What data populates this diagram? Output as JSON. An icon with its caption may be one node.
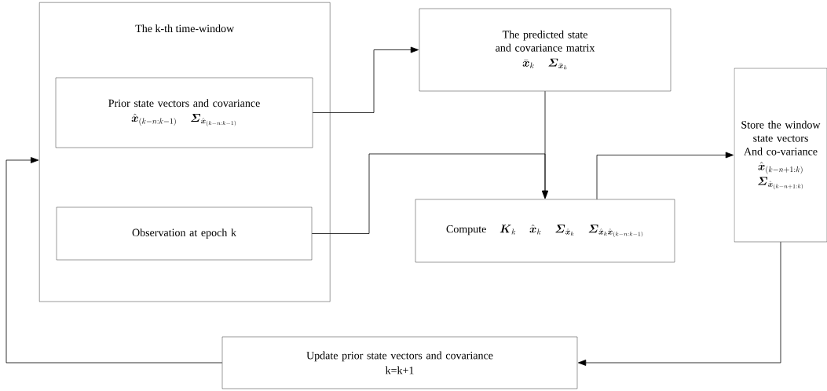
{
  "diagram": {
    "nodes": [
      {
        "text": [
          "The k-th time-window"
        ]
      },
      {
        "text": [
          "Prior state vectors and covariance",
          "\\hat{\\boldsymbol{x}}_{(k-n:k-1)}",
          "\\boldsymbol{\\varSigma}_{\\hat{\\boldsymbol{x}}_{(k-n:k-1)}}"
        ],
        "in": 0
      },
      {
        "text": [
          "Observation at epoch k"
        ],
        "in": 0
      },
      {
        "text": [
          "The predicted state and covariance matrix",
          "\\bar{\\boldsymbol{x}}_k",
          "\\boldsymbol{\\varSigma}_{\\bar{\\boldsymbol{x}}_k}"
        ]
      },
      {
        "text": [
          "Compute",
          "\\boldsymbol{K}_k",
          "\\hat{\\boldsymbol{x}}_k",
          "\\boldsymbol{\\varSigma}_{\\hat{\\boldsymbol{x}}_k}",
          "\\boldsymbol{\\varSigma}_{\\hat{\\boldsymbol{x}}_k\\hat{\\boldsymbol{x}}_{(k-n:k-1)}}"
        ]
      },
      {
        "text": [
          "Store the window state vectors And co-variance",
          "\\hat{\\boldsymbol{x}}_{(k-n+1:k)}",
          "\\boldsymbol{\\varSigma}_{\\hat{\\boldsymbol{x}}_{(k-n+1:k)}}"
        ]
      },
      {
        "text": [
          "Update prior state vectors and covariance",
          "k=k+1"
        ]
      }
    ],
    "edges": [
      {
        "from": 1,
        "to": 3,
        "arrow": "to"
      },
      {
        "from": 3,
        "to": 4,
        "arrow": "to"
      },
      {
        "from": 2,
        "to": 4,
        "arrow": "to"
      },
      {
        "from": 4,
        "to": 5,
        "arrow": "to"
      },
      {
        "from": 5,
        "to": 6,
        "arrow": "to"
      },
      {
        "from": 6,
        "to": 0,
        "arrow": "to"
      }
    ]
  }
}
